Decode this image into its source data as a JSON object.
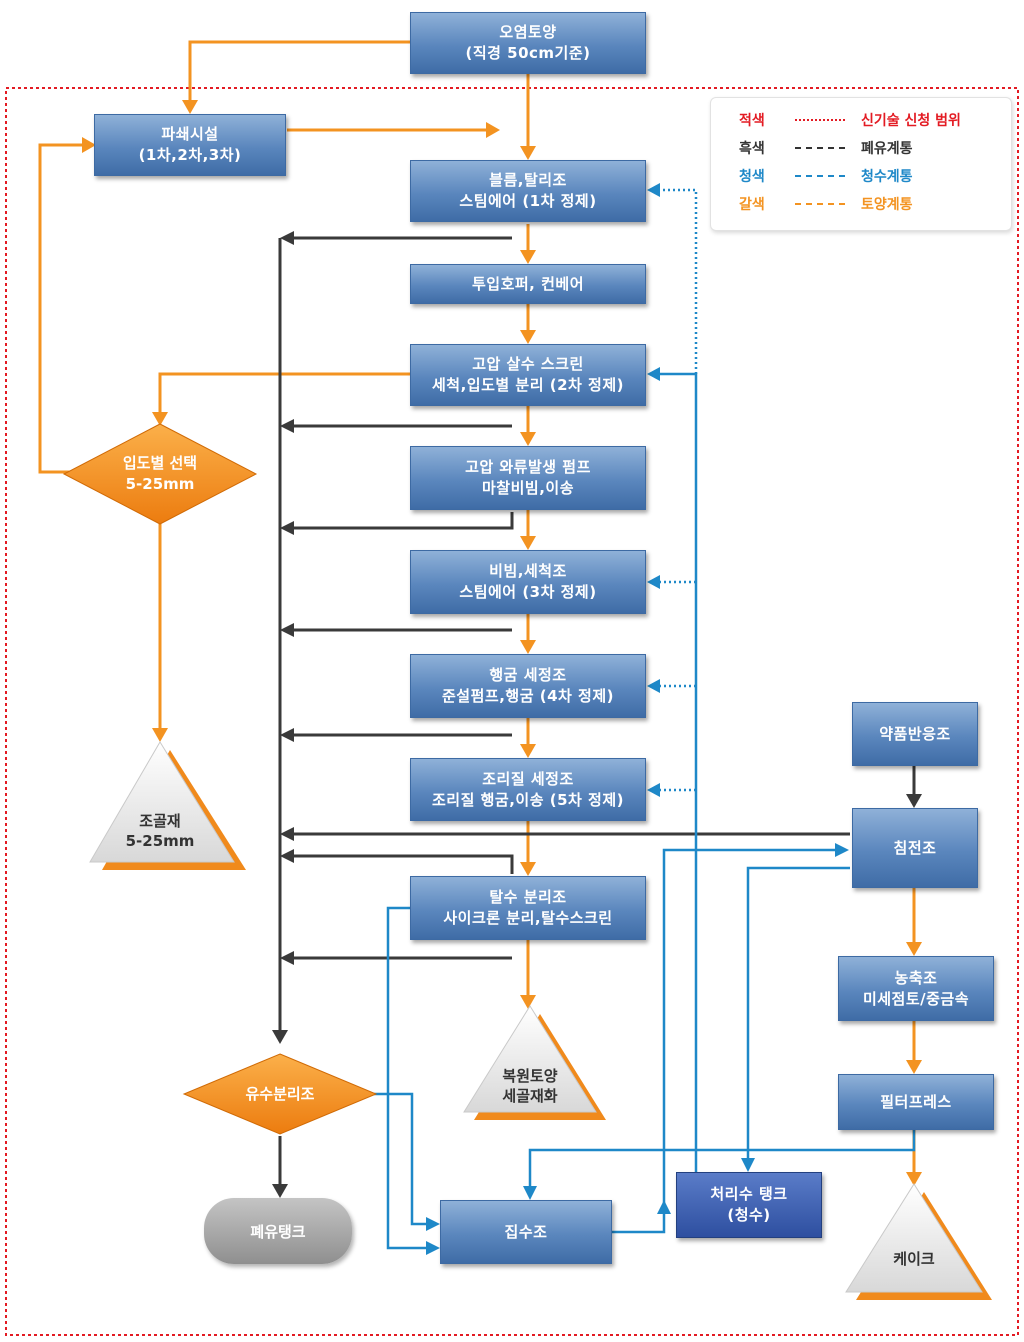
{
  "nodes": {
    "contaminated_soil": [
      "오염토양",
      "(직경 50cm기준)"
    ],
    "crusher": [
      "파쇄시설",
      "(1차,2차,3차)"
    ],
    "trommel": [
      "블름,탈리조",
      "스팀에어 (1차 정제)"
    ],
    "hopper": [
      "투입호퍼, 컨베어"
    ],
    "hp_screen": [
      "고압 살수 스크린",
      "세척,입도별 분리 (2차 정제)"
    ],
    "vortex_pump": [
      "고압 와류발생 펌프",
      "마찰비빔,이송"
    ],
    "scrub_wash": [
      "비빔,세척조",
      "스팀에어 (3차 정제)"
    ],
    "rinse_tank": [
      "행굼 세정조",
      "준설펌프,행굼 (4차 정제)"
    ],
    "sieve_tank": [
      "조리질 세정조",
      "조리질 행굼,이송 (5차 정제)"
    ],
    "dewater": [
      "탈수 분리조",
      "사이크론 분리,탈수스크린"
    ],
    "chemical_tank": [
      "약품반응조"
    ],
    "sedimentation": [
      "침전조"
    ],
    "thickener": [
      "농축조",
      "미세점토/중금속"
    ],
    "filter_press": [
      "필터프레스"
    ],
    "treated_tank": [
      "처리수 탱크",
      "(청수)"
    ],
    "collection_tank": [
      "집수조"
    ],
    "waste_oil_tank": [
      "폐유탱크"
    ],
    "size_select": [
      "입도별 선택",
      "5-25mm"
    ],
    "oil_separator": [
      "유수분리조"
    ],
    "aggregate": [
      "조골재",
      "5-25mm"
    ],
    "restored_soil": [
      "복원토양",
      "세골재화"
    ],
    "cake": [
      "케이크"
    ]
  },
  "legend": [
    {
      "name": "적색",
      "desc": "신기술 신청 범위",
      "color": "#e31b23"
    },
    {
      "name": "흑색",
      "desc": "폐유계통",
      "color": "#333333"
    },
    {
      "name": "청색",
      "desc": "청수계통",
      "color": "#1e88c8"
    },
    {
      "name": "갈색",
      "desc": "토양계통",
      "color": "#f39321"
    }
  ],
  "colors": {
    "soil_line": "#f39321",
    "oil_line": "#3a3a3a",
    "water_line": "#1e88c8",
    "scope_border": "#e31b23",
    "box_blue": "#5a86bd",
    "box_dark": "#2e4fa0",
    "diamond_orange": "#f08a1c"
  }
}
